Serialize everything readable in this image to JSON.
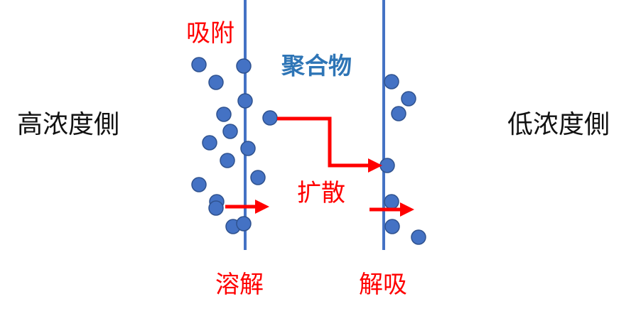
{
  "labels": {
    "high_side": "高浓度側",
    "low_side": "低浓度側",
    "polymer": "聚合物",
    "adsorption": "吸附",
    "diffusion": "扩散",
    "dissolution": "溶解",
    "desorption": "解吸"
  },
  "colors": {
    "membrane": "#4472c4",
    "particle_fill": "#4472c4",
    "particle_stroke": "#2f528f",
    "arrow": "#ff0000",
    "polymer_text": "#2e75b6",
    "process_text": "#ff0000",
    "side_text": "#111111"
  }
}
